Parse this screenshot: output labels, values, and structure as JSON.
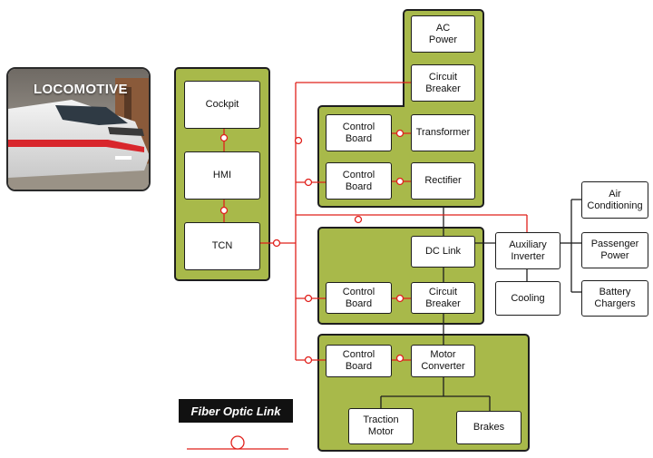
{
  "colors": {
    "panel": "#a8b94a",
    "fiber": "#e0201b",
    "wire": "#1e1e1e"
  },
  "photo": {
    "label": "LOCOMOTIVE"
  },
  "cab": {
    "cockpit": "Cockpit",
    "hmi": "HMI",
    "tcn": "TCN"
  },
  "supply": {
    "ac_power": "AC\nPower",
    "circuit_breaker": "Circuit\nBreaker",
    "transformer": "Transformer",
    "rectifier": "Rectifier",
    "control_board_1": "Control\nBoard",
    "control_board_2": "Control\nBoard"
  },
  "dc": {
    "dc_link": "DC Link",
    "circuit_breaker": "Circuit\nBreaker",
    "control_board": "Control\nBoard"
  },
  "traction": {
    "control_board": "Control\nBoard",
    "motor_converter": "Motor\nConverter",
    "traction_motor": "Traction\nMotor",
    "brakes": "Brakes"
  },
  "aux": {
    "auxiliary_inverter": "Auxiliary\nInverter",
    "cooling": "Cooling",
    "air_conditioning": "Air\nConditioning",
    "passenger_power": "Passenger\nPower",
    "battery_chargers": "Battery\nChargers"
  },
  "legend": {
    "label": "Fiber Optic Link"
  }
}
